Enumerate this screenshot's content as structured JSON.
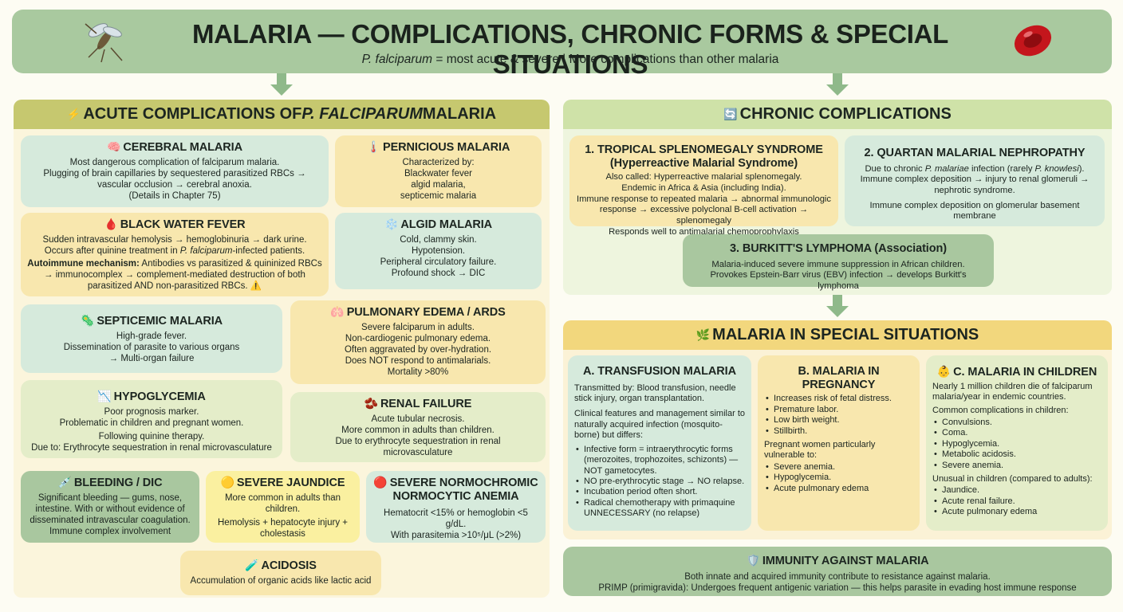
{
  "banner": {
    "title": "MALARIA — COMPLICATIONS, CHRONIC FORMS & SPECIAL SITUATIONS",
    "subtitle_italic": "P. falciparum",
    "subtitle_rest": " = most acute & severe | More complications than other malaria",
    "icon_left": "mosquito-icon",
    "icon_right": "red-blood-cell-icon"
  },
  "acute": {
    "title_prefix": "ACUTE COMPLICATIONS OF ",
    "title_italic": "P. FALCIPARUM",
    "title_suffix": " MALARIA",
    "icon": "⚡",
    "cerebral": {
      "icon": "🧠",
      "title": "CEREBRAL MALARIA",
      "lines": [
        "Most dangerous complication of falciparum malaria.",
        "Plugging of brain capillaries by sequestered parasitized RBCs →",
        "vascular occlusion → cerebral anoxia.",
        "(Details in Chapter 75)"
      ]
    },
    "pernicious": {
      "icon": "🌡️",
      "title": "PERNICIOUS MALARIA",
      "lines": [
        "Characterized by:",
        "Blackwater fever",
        "algid malaria,",
        "septicemic malaria"
      ]
    },
    "blackwater": {
      "icon": "🩸",
      "title": "BLACK WATER FEVER",
      "line1": "Sudden intravascular hemolysis → hemoglobinuria → dark urine.",
      "line2_pre": "Occurs after quinine treatment in ",
      "line2_ital": "P. falciparum",
      "line2_post": "-infected patients.",
      "line3_bold": "Autoimmune mechanism:",
      "line3_rest": " Antibodies vs parasitized & quininized RBCs",
      "line4": "→ immunocomplex → complement-mediated destruction of both",
      "line5": "parasitized AND non-parasitized RBCs. ⚠️"
    },
    "algid": {
      "icon": "❄️",
      "title": "ALGID MALARIA",
      "lines": [
        "Cold, clammy skin.",
        "Hypotension.",
        "Peripheral circulatory failure.",
        "Profound shock → DIC"
      ]
    },
    "septicemic": {
      "icon": "🦠",
      "title": "SEPTICEMIC MALARIA",
      "lines": [
        "High-grade fever.",
        "Dissemination of parasite to various organs",
        "→ Multi-organ failure"
      ]
    },
    "pulmonary": {
      "icon": "🫁",
      "title": "PULMONARY EDEMA / ARDS",
      "lines": [
        "Severe falciparum in adults.",
        "Non-cardiogenic pulmonary edema.",
        "Often aggravated by over-hydration.",
        "Does NOT respond to antimalarials.",
        "Mortality >80%"
      ]
    },
    "hypoglycemia": {
      "icon": "📉",
      "title": "HYPOGLYCEMIA",
      "lines": [
        "Poor prognosis marker.",
        "Problematic in children and pregnant women.",
        "Following quinine therapy.",
        "Due to: Erythrocyte sequestration in renal microvasculature"
      ]
    },
    "renal": {
      "icon": "🫘",
      "title": "RENAL FAILURE",
      "lines": [
        "Acute tubular necrosis.",
        "More common in adults than children.",
        "Due to erythrocyte sequestration in renal",
        "microvasculature"
      ]
    },
    "bleeding": {
      "icon": "💉",
      "title": "BLEEDING / DIC",
      "lines": [
        "Significant bleeding — gums, nose,",
        "intestine. With or without evidence of",
        "disseminated intravascular coagulation.",
        "Immune complex involvement"
      ]
    },
    "jaundice": {
      "icon": "🟡",
      "title": "SEVERE JAUNDICE",
      "lines": [
        "More common in adults than",
        "children.",
        "Hemolysis + hepatocyte injury +",
        "cholestasis"
      ]
    },
    "anemia": {
      "icon": "🔴",
      "title_l1": "SEVERE NORMOCHROMIC",
      "title_l2": "NORMOCYTIC ANEMIA",
      "lines": [
        "Hematocrit <15% or hemoglobin <5 g/dL.",
        "With parasitemia >10⁵/μL (>2%)"
      ]
    },
    "acidosis": {
      "icon": "🧪",
      "title": "ACIDOSIS",
      "lines": [
        "Accumulation of organic acids like lactic acid"
      ]
    }
  },
  "chronic": {
    "icon": "🔄",
    "title": "CHRONIC COMPLICATIONS",
    "tss": {
      "title_l1": "1. TROPICAL SPLENOMEGALY SYNDROME",
      "title_l2": "(Hyperreactive Malarial Syndrome)",
      "lines": [
        "Also called: Hyperreactive malarial splenomegaly.",
        "Endemic in Africa & Asia (including India).",
        "Immune response to repeated malaria → abnormal immunologic",
        "response → excessive polyclonal B-cell activation → splenomegaly",
        "Responds well to antimalarial chemoprophylaxis"
      ]
    },
    "nephropathy": {
      "title": "2. QUARTAN MALARIAL NEPHROPATHY",
      "l1_pre": "Due to chronic ",
      "l1_ital": "P. malariae",
      "l1_mid": " infection (rarely ",
      "l1_ital2": "P. knowlesi",
      "l1_post": ").",
      "lines": [
        "Immune complex deposition → injury to renal glomeruli →",
        "nephrotic syndrome."
      ],
      "lines2": [
        "Immune complex deposition on glomerular basement",
        "membrane"
      ]
    },
    "burkitt": {
      "title": "3. BURKITT'S LYMPHOMA (Association)",
      "lines": [
        "Malaria-induced severe immune suppression in African children.",
        "Provokes Epstein-Barr virus (EBV) infection → develops Burkitt's lymphoma"
      ]
    }
  },
  "special": {
    "icon": "🌿",
    "title": "MALARIA IN SPECIAL SITUATIONS",
    "transfusion": {
      "title": "A. TRANSFUSION MALARIA",
      "p1": "Transmitted by: Blood transfusion, needle stick injury, organ transplantation.",
      "p2": "Clinical features and management similar to naturally acquired infection (mosquito-borne) but differs:",
      "bullets": [
        "Infective form = intraerythrocytic forms (merozoites, trophozoites, schizonts) — NOT gametocytes.",
        "NO pre-erythrocytic stage → NO relapse.",
        "Incubation period often short.",
        "Radical chemotherapy with primaquine UNNECESSARY (no relapse)"
      ]
    },
    "pregnancy": {
      "title": "B. MALARIA IN PREGNANCY",
      "bullets1": [
        "Increases risk of fetal distress.",
        "Premature labor.",
        "Low birth weight.",
        "Stillbirth."
      ],
      "p": "Pregnant women particularly vulnerable to:",
      "bullets2": [
        "Severe anemia.",
        "Hypoglycemia.",
        "Acute pulmonary edema"
      ]
    },
    "children": {
      "icon": "👶",
      "title": "C. MALARIA IN CHILDREN",
      "p1": "Nearly 1 million children die of falciparum malaria/year in endemic countries.",
      "p2": "Common complications in children:",
      "bullets1": [
        "Convulsions.",
        "Coma.",
        "Hypoglycemia.",
        "Metabolic acidosis.",
        "Severe anemia."
      ],
      "p3": "Unusual in children (compared to adults):",
      "bullets2": [
        "Jaundice.",
        "Acute renal failure.",
        "Acute pulmonary edema"
      ]
    }
  },
  "immunity": {
    "icon": "🛡️",
    "title": "IMMUNITY AGAINST MALARIA",
    "lines": [
      "Both innate and acquired immunity contribute to resistance against malaria.",
      "PRIMP (primigravida): Undergoes frequent antigenic variation — this helps parasite in evading host immune response"
    ]
  }
}
